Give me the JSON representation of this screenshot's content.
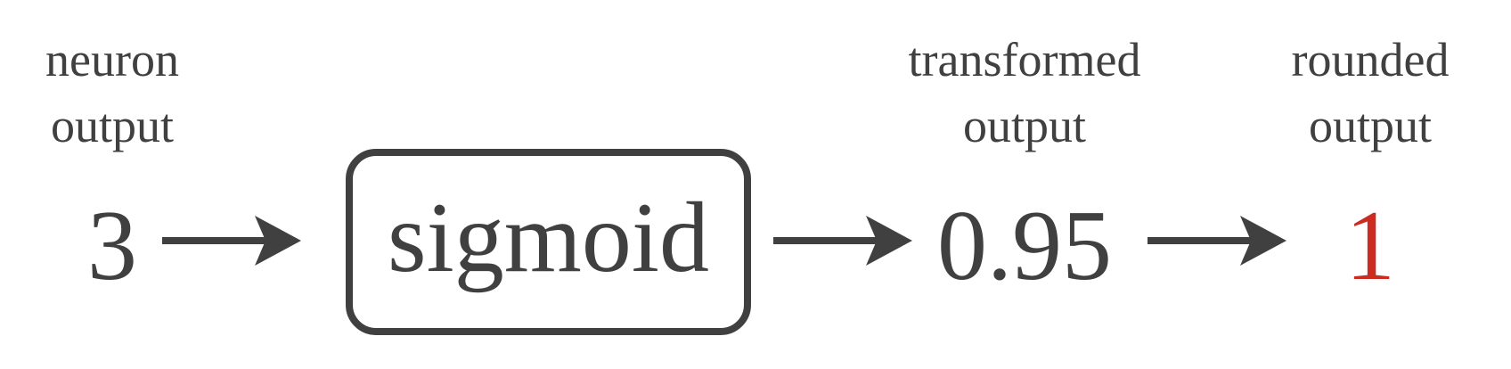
{
  "colors": {
    "text": "#404040",
    "highlight": "#cc2b22"
  },
  "labels": {
    "neuron_output": [
      "neuron",
      "output"
    ],
    "transformed_output": [
      "transformed",
      "output"
    ],
    "rounded_output": [
      "rounded",
      "output"
    ]
  },
  "values": {
    "input": "3",
    "function": "sigmoid",
    "transformed": "0.95",
    "rounded": "1"
  }
}
